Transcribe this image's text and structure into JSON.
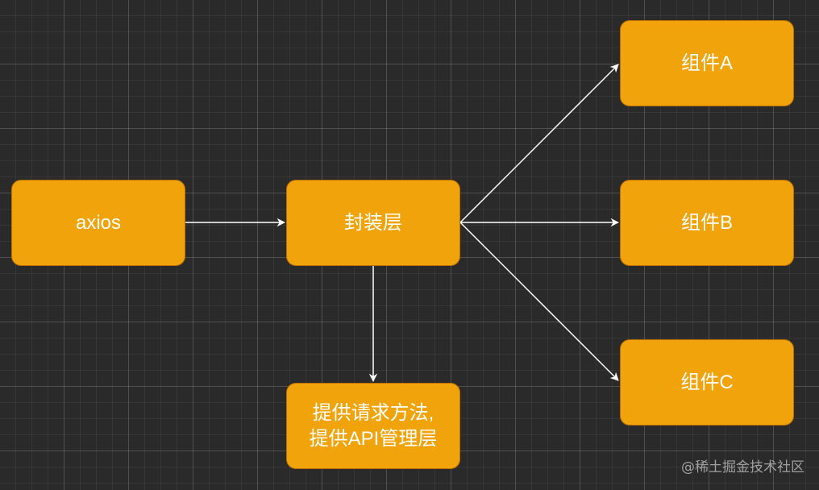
{
  "nodes": {
    "axios": "axios",
    "wrapper": "封装层",
    "api_line1": "提供请求方法,",
    "api_line2": "提供API管理层",
    "component_a": "组件A",
    "component_b": "组件B",
    "component_c": "组件C"
  },
  "colors": {
    "background": "#2a2a2a",
    "node_fill": "#f0a30a",
    "node_border": "#bd7000",
    "node_text": "#ffffff",
    "edge": "#ffffff"
  },
  "edges": [
    {
      "from": "axios",
      "to": "wrapper"
    },
    {
      "from": "wrapper",
      "to": "component_a"
    },
    {
      "from": "wrapper",
      "to": "component_b"
    },
    {
      "from": "wrapper",
      "to": "component_c"
    },
    {
      "from": "wrapper",
      "to": "api"
    }
  ],
  "watermark": "@稀土掘金技术社区"
}
